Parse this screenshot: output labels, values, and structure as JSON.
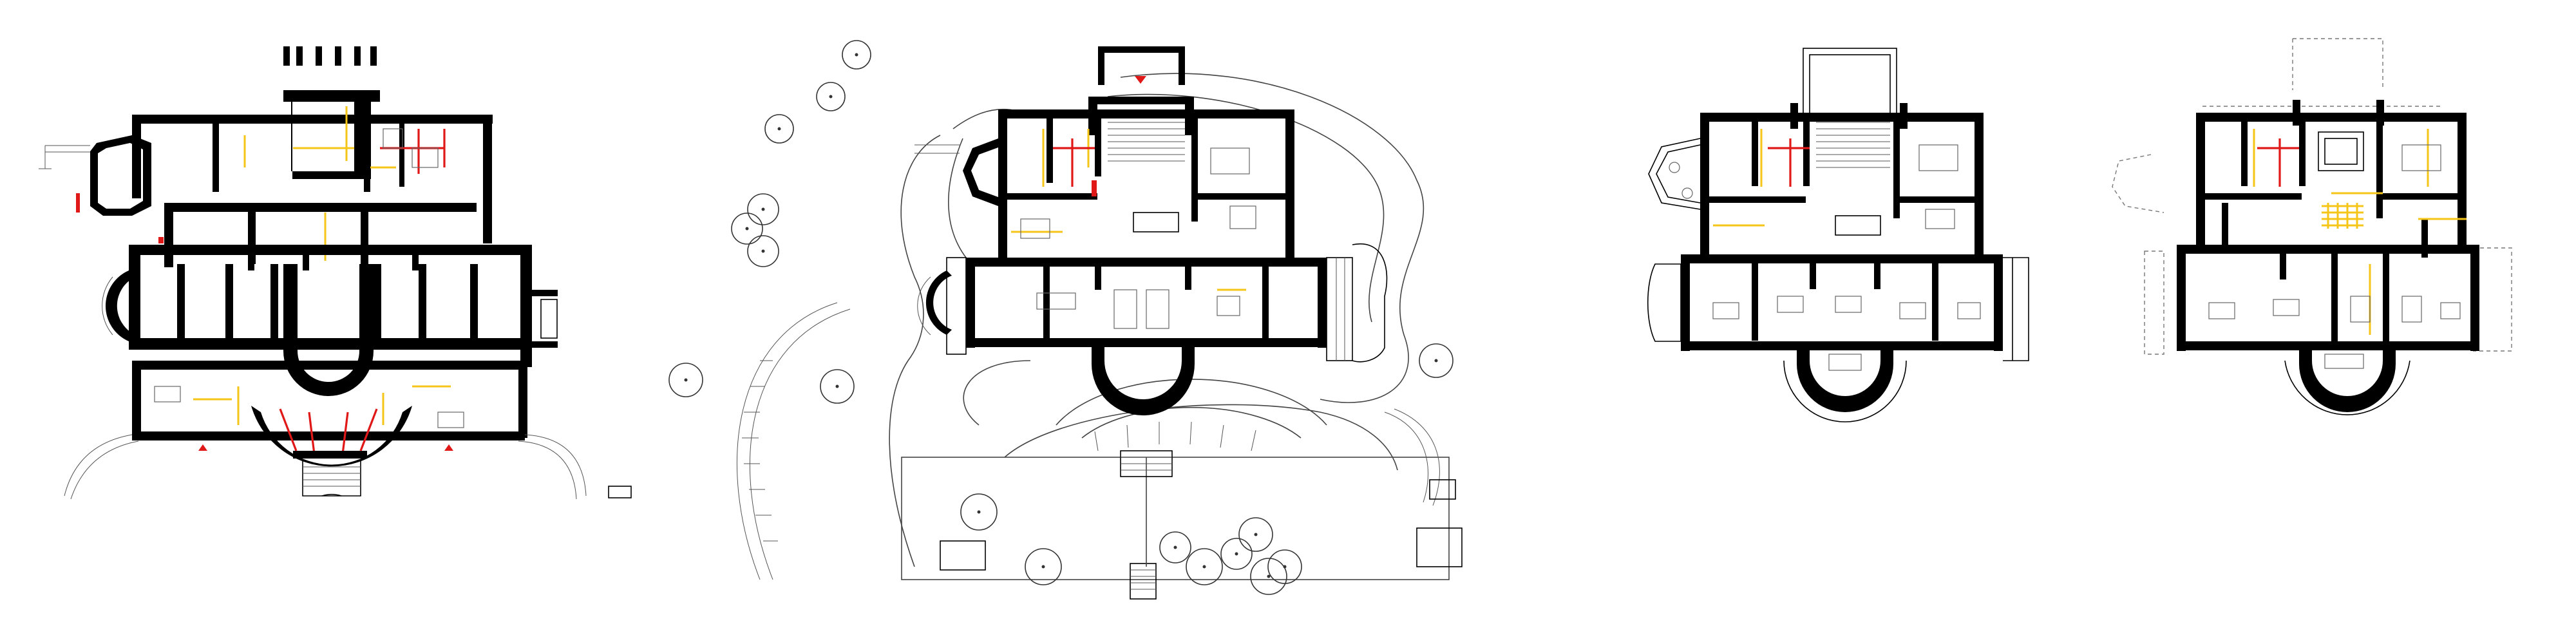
{
  "sheet": {
    "panels": [
      {
        "id": "plan-lower-level",
        "kind": "floor-plan"
      },
      {
        "id": "plan-ground-floor-site",
        "kind": "floor-plan-with-site"
      },
      {
        "id": "plan-first-floor",
        "kind": "floor-plan"
      },
      {
        "id": "plan-second-floor",
        "kind": "floor-plan"
      }
    ],
    "colors": {
      "walls": "#000000",
      "lines": "#333333",
      "highlight_yellow": "#f5c518",
      "highlight_red": "#e01818",
      "background": "#ffffff"
    },
    "icons": [
      "entrance-arrow-icon",
      "tree-symbol-icon"
    ]
  }
}
